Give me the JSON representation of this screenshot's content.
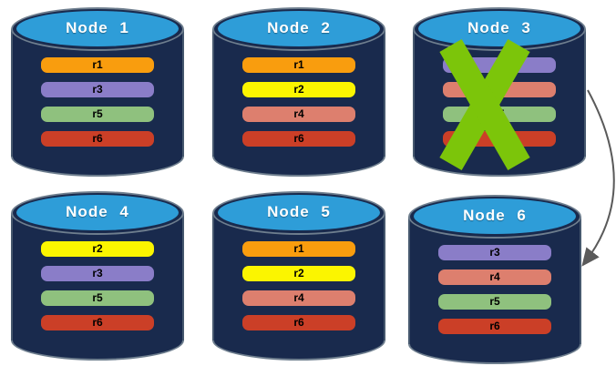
{
  "diagram_type": "replica-distribution-diagram",
  "palette": {
    "cylinder_body": "#192A4D",
    "cylinder_top": "#2E9DD8",
    "r1_orange": "#F99D0E",
    "r2_yellow": "#FBF500",
    "r3_purple": "#8A7DC8",
    "r4_salmon": "#DD7F6E",
    "r5_green": "#8FC17E",
    "r6_red": "#CB3F27"
  },
  "nodes": [
    {
      "label": "Node 1",
      "failed": false,
      "replicas": [
        {
          "label": "r1",
          "color": "#F99D0E"
        },
        {
          "label": "r3",
          "color": "#8A7DC8"
        },
        {
          "label": "r5",
          "color": "#8FC17E"
        },
        {
          "label": "r6",
          "color": "#CB3F27"
        }
      ]
    },
    {
      "label": "Node 2",
      "failed": false,
      "replicas": [
        {
          "label": "r1",
          "color": "#F99D0E"
        },
        {
          "label": "r2",
          "color": "#FBF500"
        },
        {
          "label": "r4",
          "color": "#DD7F6E"
        },
        {
          "label": "r6",
          "color": "#CB3F27"
        }
      ]
    },
    {
      "label": "Node 3",
      "failed": true,
      "replicas": [
        {
          "label": "r3",
          "color": "#8A7DC8"
        },
        {
          "label": "r4",
          "color": "#DD7F6E"
        },
        {
          "label": "r5",
          "color": "#8FC17E"
        },
        {
          "label": "r6",
          "color": "#CB3F27"
        }
      ]
    },
    {
      "label": "Node 4",
      "failed": false,
      "replicas": [
        {
          "label": "r2",
          "color": "#FBF500"
        },
        {
          "label": "r3",
          "color": "#8A7DC8"
        },
        {
          "label": "r5",
          "color": "#8FC17E"
        },
        {
          "label": "r6",
          "color": "#CB3F27"
        }
      ]
    },
    {
      "label": "Node 5",
      "failed": false,
      "replicas": [
        {
          "label": "r1",
          "color": "#F99D0E"
        },
        {
          "label": "r2",
          "color": "#FBF500"
        },
        {
          "label": "r4",
          "color": "#DD7F6E"
        },
        {
          "label": "r6",
          "color": "#CB3F27"
        }
      ]
    },
    {
      "label": "Node 6",
      "failed": false,
      "replicas": [
        {
          "label": "r3",
          "color": "#8A7DC8"
        },
        {
          "label": "r4",
          "color": "#DD7F6E"
        },
        {
          "label": "r5",
          "color": "#8FC17E"
        },
        {
          "label": "r6",
          "color": "#CB3F27"
        }
      ]
    }
  ],
  "failure_mark": {
    "on_node": "Node 3",
    "color": "#7CC50A"
  },
  "arrow": {
    "from": "Node 3",
    "to": "Node 6",
    "color": "#5A5A5A"
  }
}
